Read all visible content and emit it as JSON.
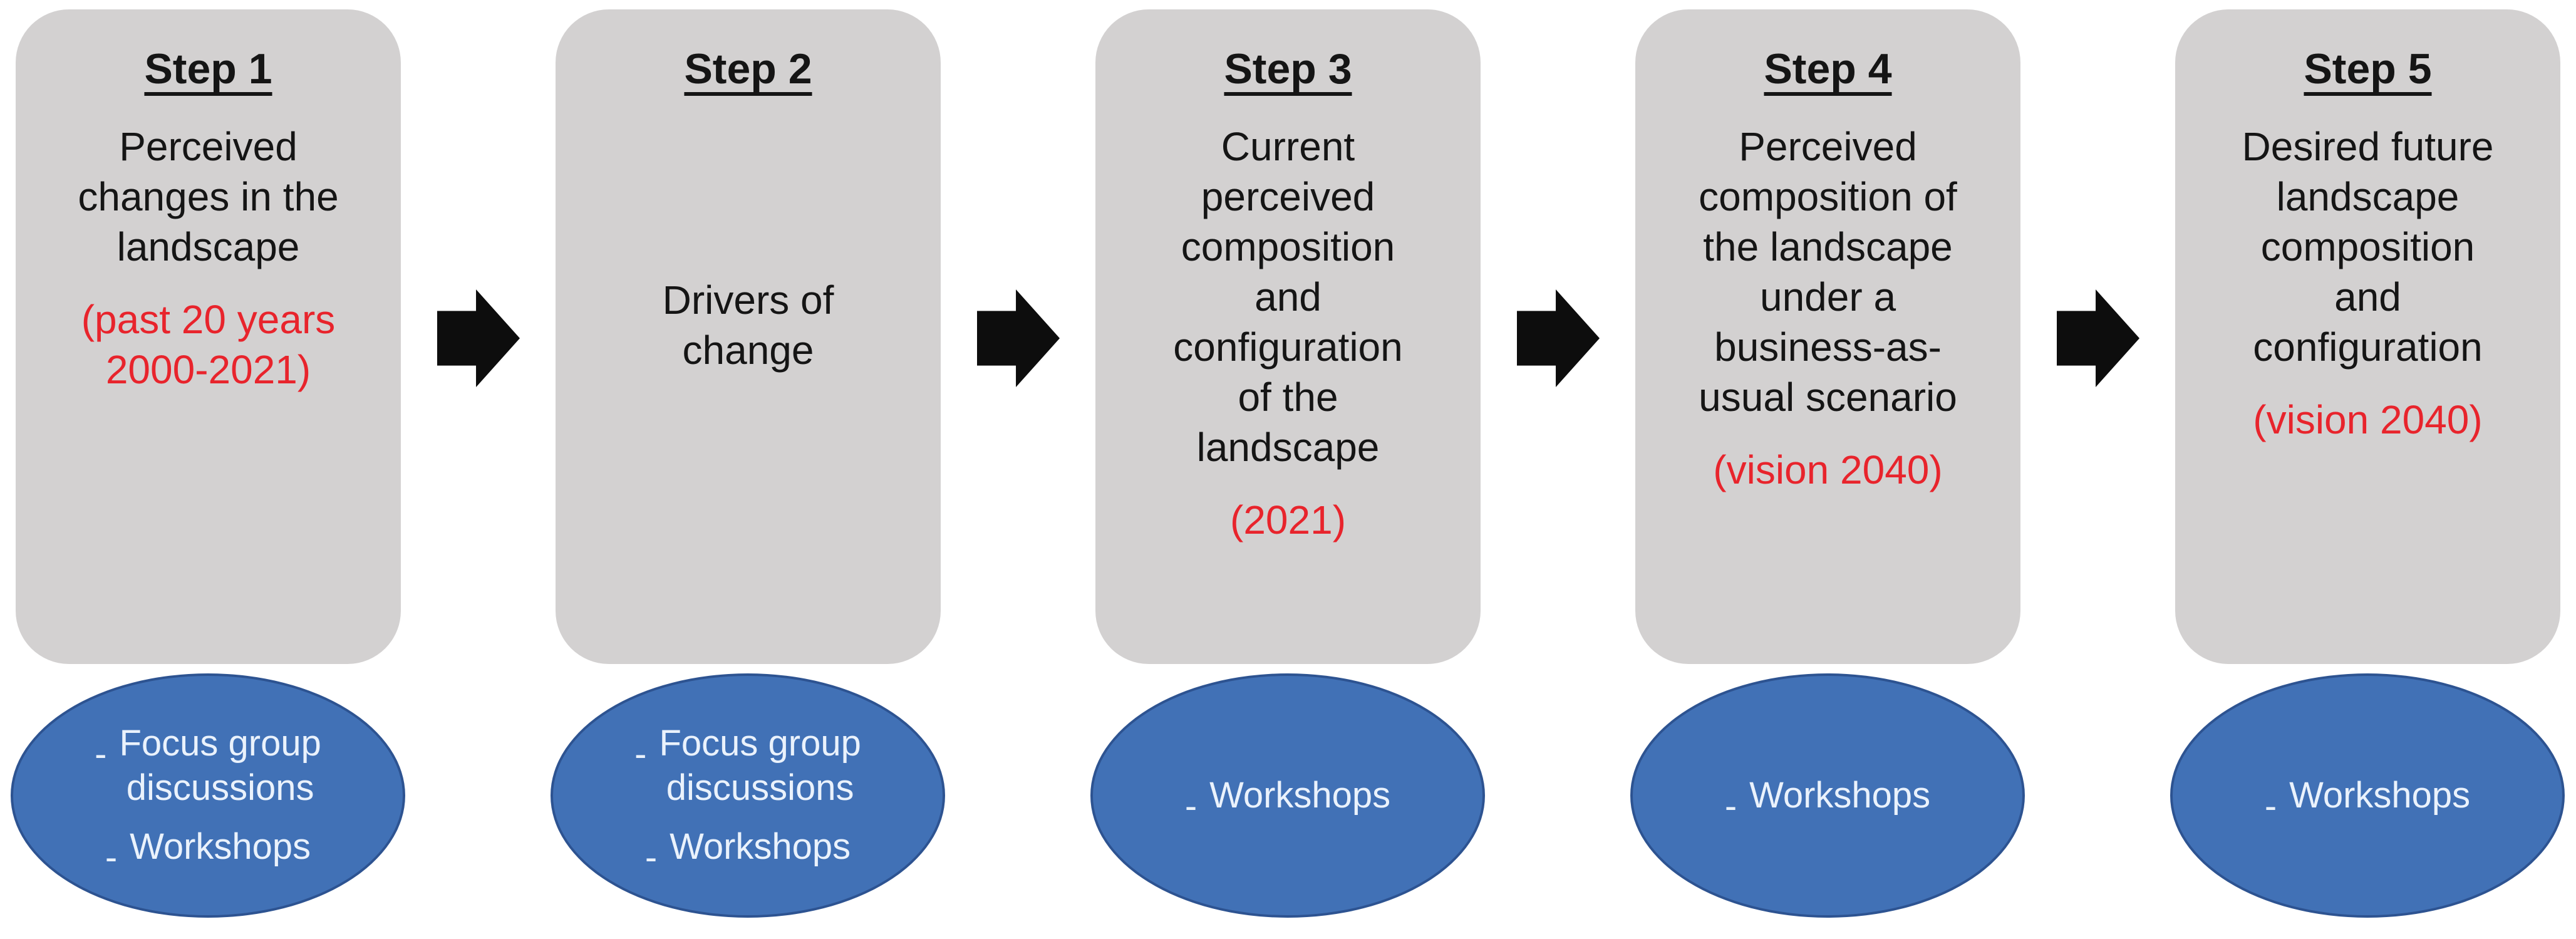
{
  "diagram": {
    "bullet_char": "-",
    "steps": [
      {
        "title": "Step 1",
        "body": "Perceived\nchanges in the\nlandscape",
        "note": "(past 20 years\n2000-2021)",
        "bullets": [
          "Focus group\ndiscussions",
          "Workshops"
        ]
      },
      {
        "title": "Step 2",
        "body": "Drivers of\nchange",
        "bullets": [
          "Focus group\ndiscussions",
          "Workshops"
        ]
      },
      {
        "title": "Step 3",
        "body": "Current\nperceived\ncomposition\nand\nconfiguration\nof the\nlandscape",
        "note": "(2021)",
        "bullets": [
          "Workshops"
        ]
      },
      {
        "title": "Step 4",
        "body": "Perceived\ncomposition of\nthe landscape\nunder a\nbusiness-as-\nusual scenario",
        "note": "(vision 2040)",
        "bullets": [
          "Workshops"
        ]
      },
      {
        "title": "Step 5",
        "body": "Desired future\nlandscape\ncomposition\nand\nconfiguration",
        "note": "(vision 2040)",
        "bullets": [
          "Workshops"
        ]
      }
    ],
    "colors": {
      "box_fill": "#D3D1D1",
      "text_black": "#151515",
      "note_red": "#E8242C",
      "arrow_black": "#0D0D0D",
      "ellipse_fill": "#4171B6",
      "ellipse_border": "#2D5391",
      "ellipse_text": "#EAF2FC"
    }
  }
}
